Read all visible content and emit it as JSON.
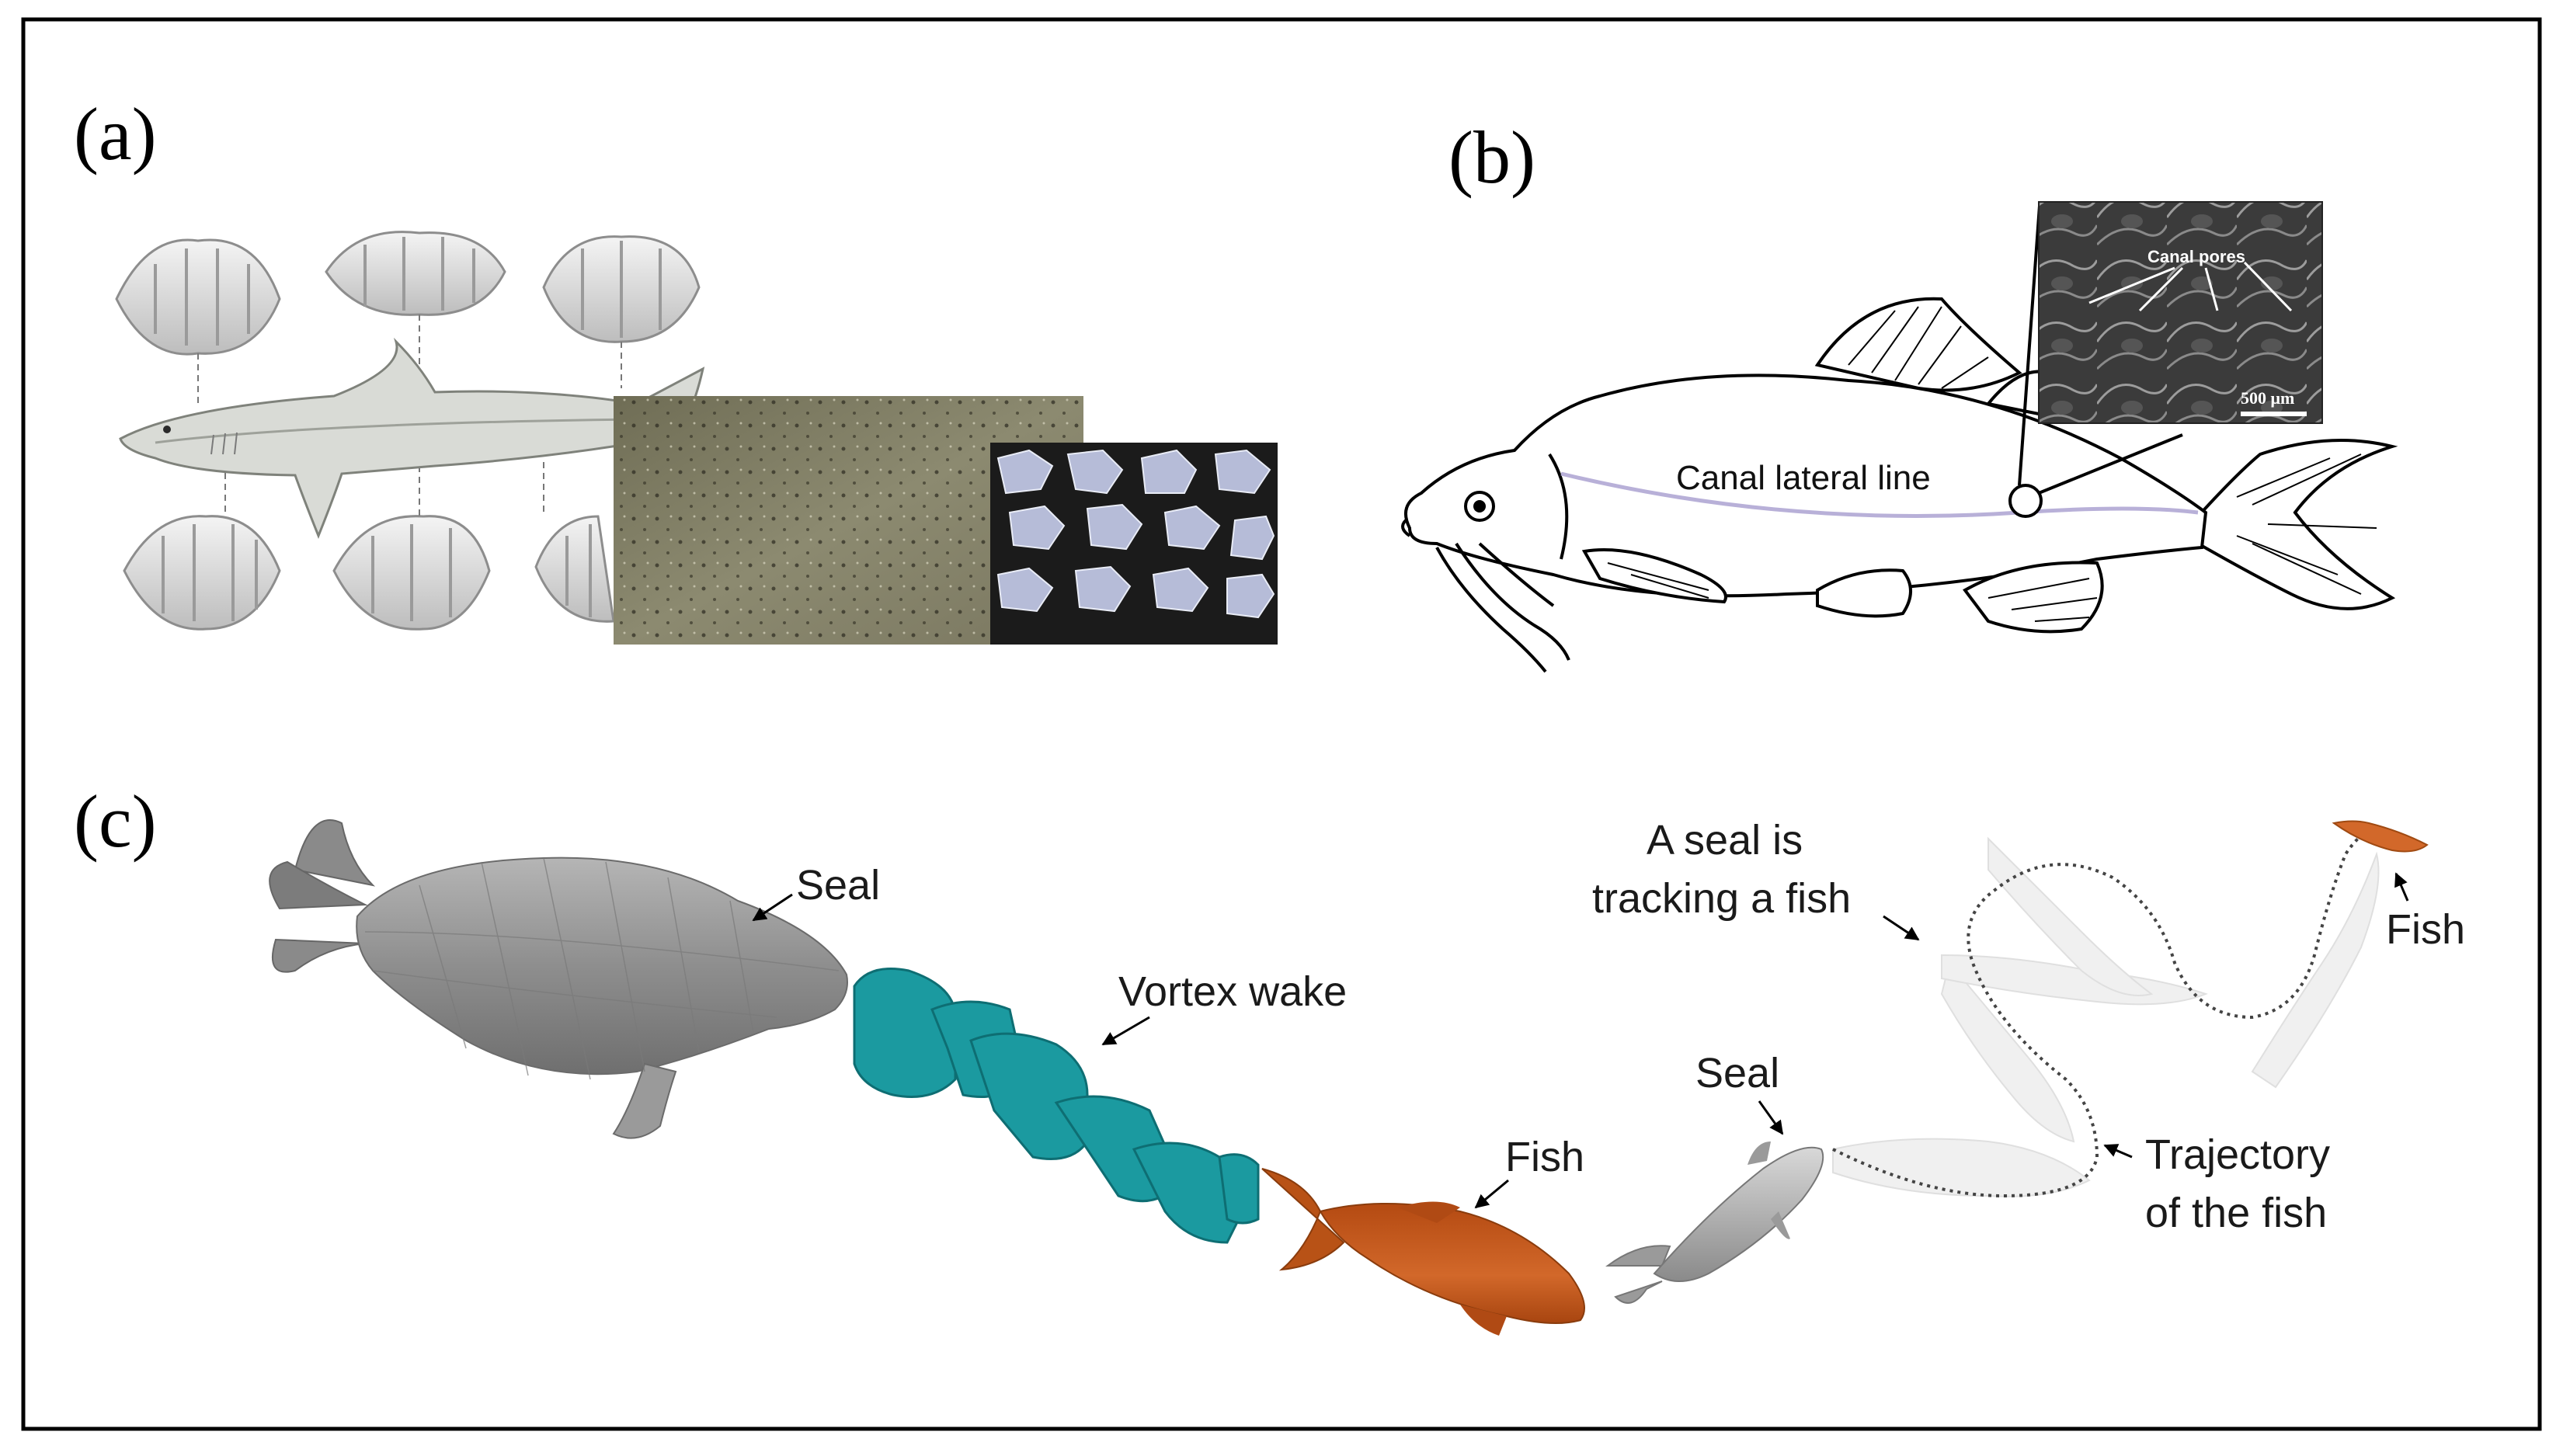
{
  "panels": {
    "a": {
      "label": "(a)"
    },
    "b": {
      "label": "(b)",
      "lateral_line_label": "Canal lateral line",
      "sem_inset": {
        "pores_label": "Canal pores",
        "scale_label": "500 μm"
      }
    },
    "c": {
      "label": "(c)",
      "seal_left_label": "Seal",
      "vortex_label": "Vortex wake",
      "fish_mid_label": "Fish",
      "seal_right_label": "Seal",
      "tracking_label_line1": "A seal is",
      "tracking_label_line2": "tracking a fish",
      "fish_right_label": "Fish",
      "trajectory_label_line1": "Trajectory",
      "trajectory_label_line2": "of the fish"
    }
  },
  "colors": {
    "frame": "#000000",
    "vortex": "#1b9aa0",
    "fish_orange": "#c65a1e",
    "seal_gray": "#9a9a9a",
    "lateral_line": "#b8b0d8"
  }
}
